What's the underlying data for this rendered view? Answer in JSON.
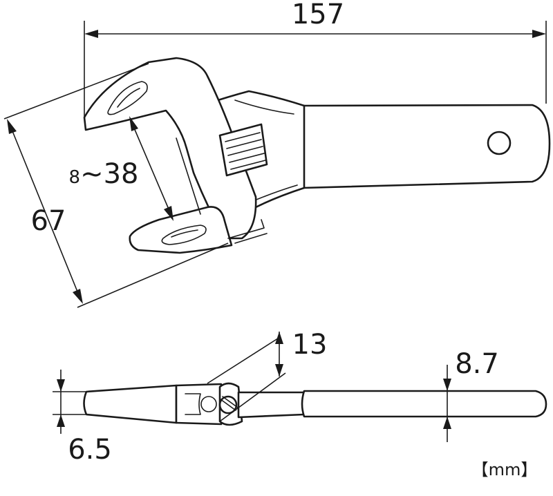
{
  "dimensions": {
    "overall_length": "157",
    "jaw_opening_min": "8",
    "jaw_opening_sep": "~",
    "jaw_opening_max": "38",
    "head_width": "67",
    "head_thickness": "13",
    "handle_thickness": "8.7",
    "jaw_tip_thickness": "6.5"
  },
  "unit_label": "【mm】"
}
